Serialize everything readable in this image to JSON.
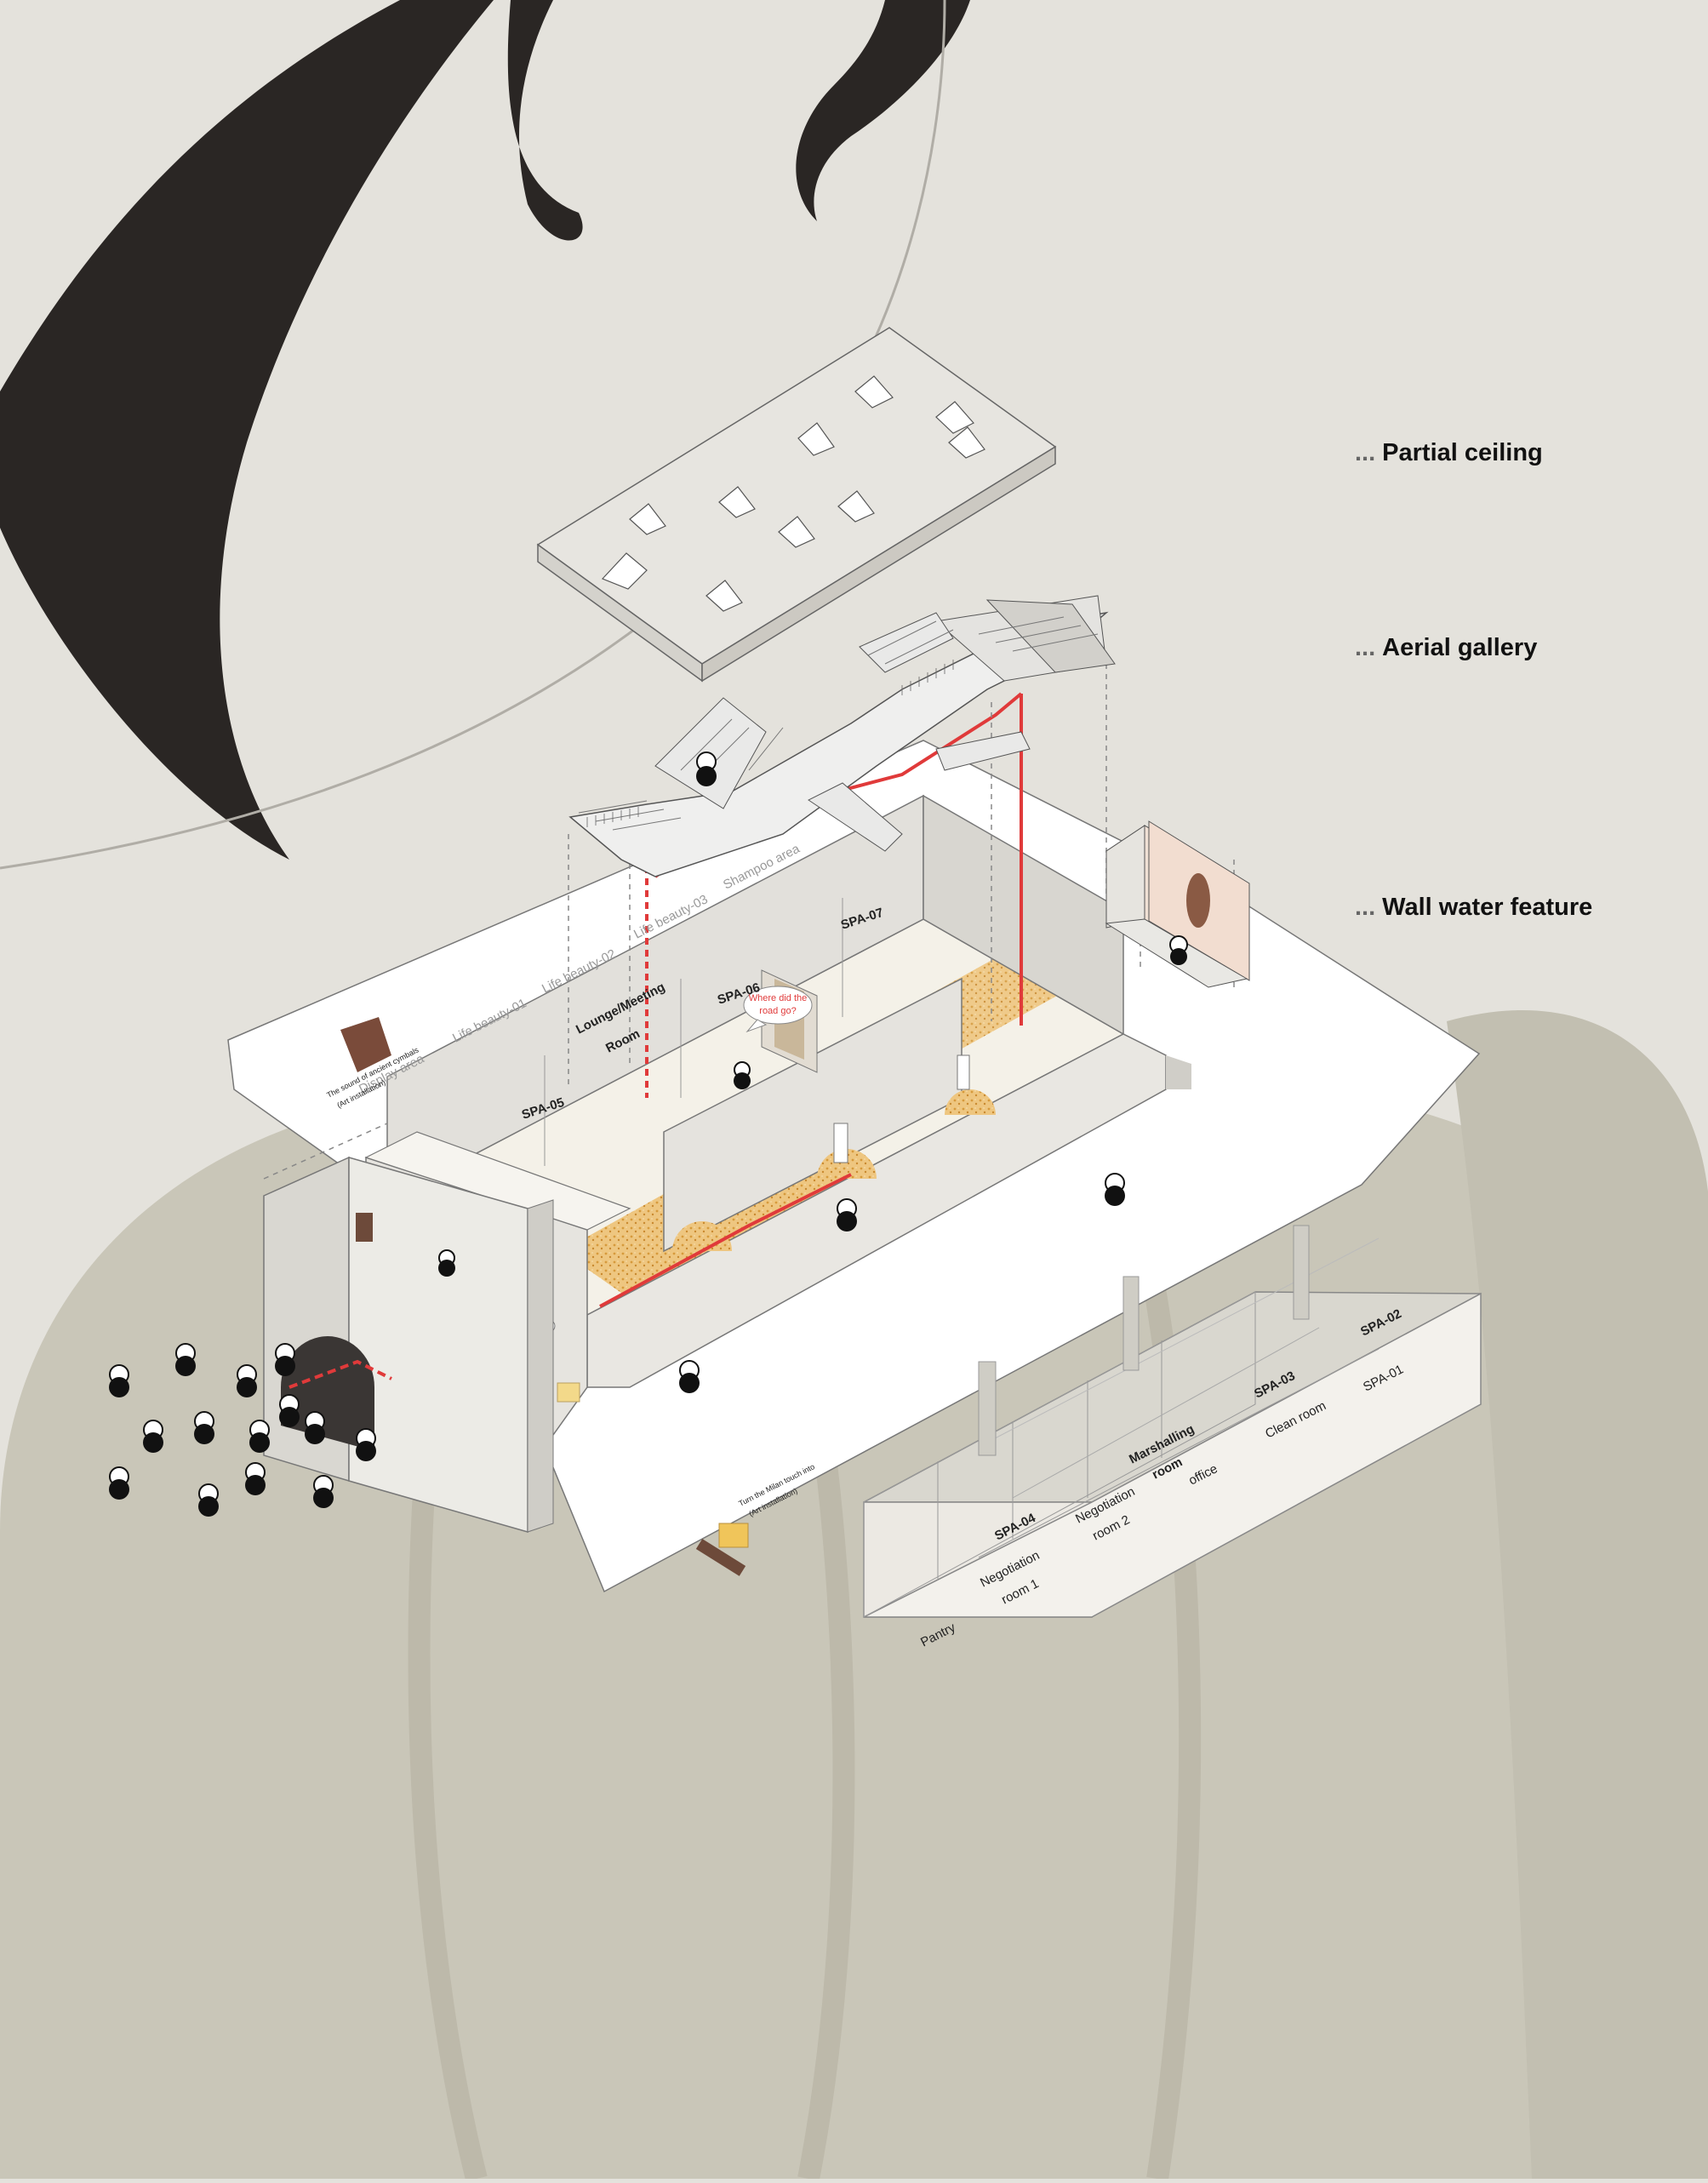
{
  "callouts": {
    "partial_ceiling": "Partial ceiling",
    "aerial_gallery": "Aerial gallery",
    "wall_water_feature": "Wall water feature",
    "leader": "..."
  },
  "rooms": {
    "spa_01": "SPA-01",
    "spa_02": "SPA-02",
    "spa_03": "SPA-03",
    "spa_04": "SPA-04",
    "spa_05": "SPA-05",
    "spa_06": "SPA-06",
    "spa_07": "SPA-07",
    "clean_room": "Clean room",
    "office": "office",
    "marshalling_1": "Marshalling",
    "marshalling_2": "room",
    "negotiation2_1": "Negotiation",
    "negotiation2_2": "room 2",
    "negotiation1_1": "Negotiation",
    "negotiation1_2": "room 1",
    "pantry": "Pantry",
    "lounge_1": "Lounge/Meeting",
    "lounge_2": "Room"
  },
  "zones": {
    "shampoo": "Shampoo area",
    "life_beauty_03": "Life beauty-03",
    "life_beauty_02": "Life beauty-02",
    "life_beauty_01": "Life beauty-01",
    "display": "Display area"
  },
  "annotations": {
    "speech_1": "Where did the",
    "speech_2": "road go?",
    "sound_1": "The sound of ancient cymbals",
    "sound_2": "(Art installation)",
    "turn_1": "Turn the Milan touch into",
    "turn_2": "(Art installation)"
  },
  "colors": {
    "background": "#e4e2dc",
    "brush": "#2a2624",
    "pumpkin": "#c9c6b8",
    "route": "#e03a3a",
    "gravel": "#e8b65a"
  }
}
